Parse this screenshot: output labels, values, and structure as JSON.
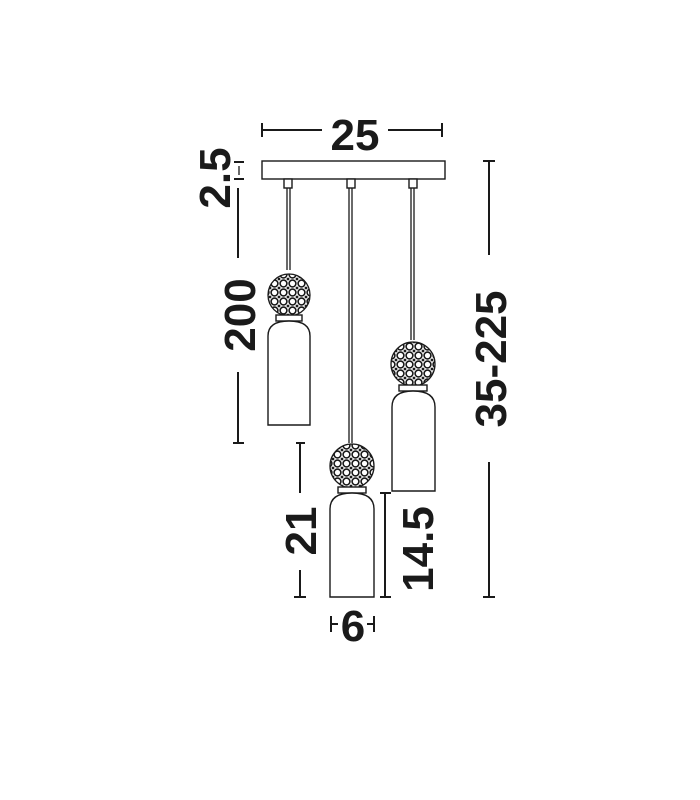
{
  "dimensions": {
    "width_top": "25",
    "canopy_height": "2.5",
    "cable_length": "200",
    "total_height": "35-225",
    "center_lamp_height": "21",
    "shade_height": "14.5",
    "shade_diameter": "6"
  },
  "colors": {
    "line": "#1a1a1a",
    "background": "#ffffff"
  }
}
